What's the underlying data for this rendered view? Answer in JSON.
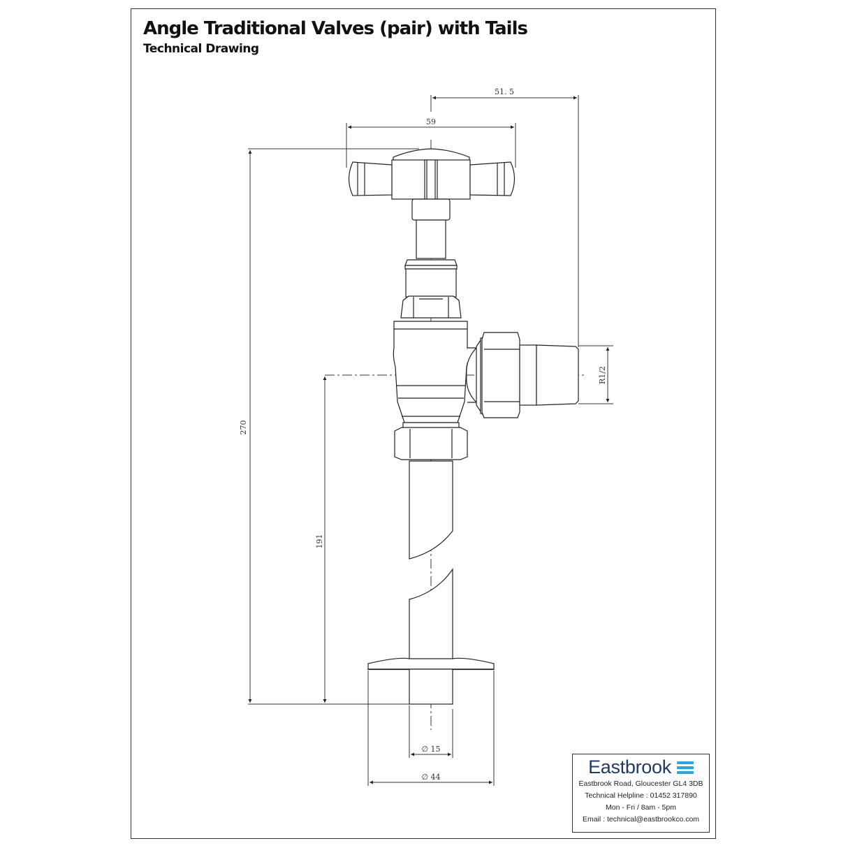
{
  "document": {
    "title": "Angle Traditional Valves (pair) with Tails",
    "subtitle": "Technical Drawing"
  },
  "dimensions": {
    "handle_width": "59",
    "offset_to_thread": "51. 5",
    "overall_height": "270",
    "tail_height": "191",
    "thread_size": "R1/2",
    "pipe_diameter": "∅ 15",
    "collar_diameter": "∅ 44"
  },
  "info_box": {
    "brand": "Eastbrook",
    "brand_icon": "waves-icon",
    "address": "Eastbrook Road, Gloucester GL4 3DB",
    "helpline": "Technical Helpline : 01452 317890",
    "hours": "Mon - Fri / 8am - 5pm",
    "email": "Email : technical@eastbrookco.com",
    "colors": {
      "brand_text": "#1f3b63",
      "brand_icon": "#27a6e0"
    }
  }
}
